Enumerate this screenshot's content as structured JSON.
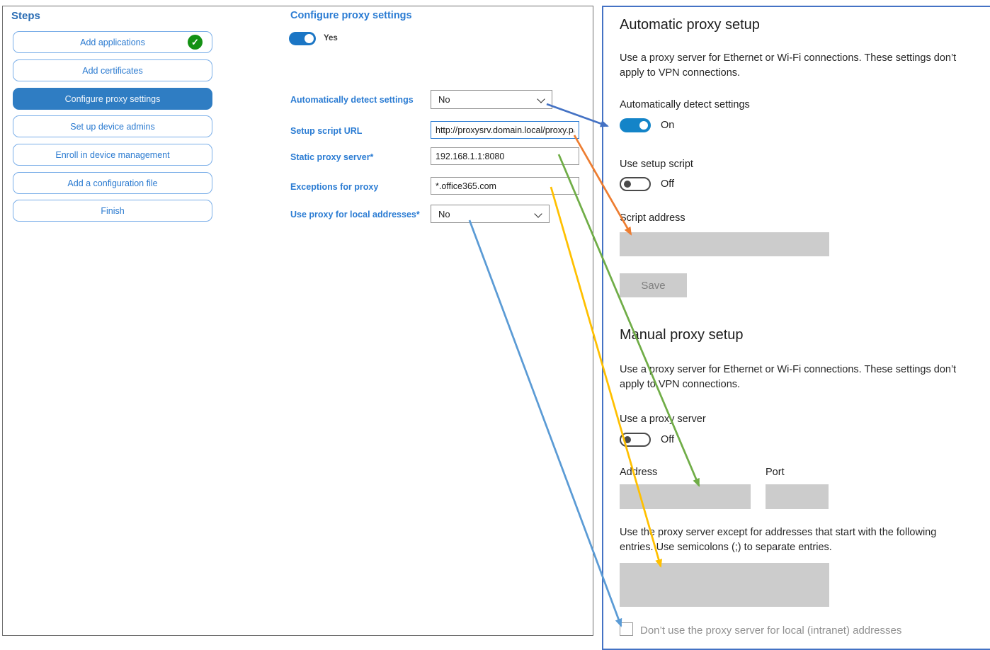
{
  "sidebar": {
    "title": "Steps",
    "items": [
      {
        "label": "Add applications",
        "completed": true,
        "selected": false
      },
      {
        "label": "Add certificates",
        "completed": false,
        "selected": false
      },
      {
        "label": "Configure proxy settings",
        "completed": false,
        "selected": true
      },
      {
        "label": "Set up device admins",
        "completed": false,
        "selected": false
      },
      {
        "label": "Enroll in device management",
        "completed": false,
        "selected": false
      },
      {
        "label": "Add a configuration file",
        "completed": false,
        "selected": false
      },
      {
        "label": "Finish",
        "completed": false,
        "selected": false
      }
    ],
    "check_icon": "✓"
  },
  "form": {
    "title": "Configure proxy settings",
    "enabled_toggle": {
      "state": "Yes"
    },
    "fields": [
      {
        "label": "Automatically detect settings",
        "type": "select",
        "value": "No"
      },
      {
        "label": "Setup script URL",
        "type": "text",
        "value": "http://proxysrv.domain.local/proxy.pa"
      },
      {
        "label": "Static proxy server*",
        "type": "text",
        "value": "192.168.1.1:8080"
      },
      {
        "label": "Exceptions for proxy",
        "type": "text",
        "value": "*.office365.com"
      },
      {
        "label": "Use proxy for local addresses*",
        "type": "select",
        "value": "No"
      }
    ]
  },
  "settings_panel": {
    "automatic": {
      "heading": "Automatic proxy setup",
      "description": "Use a proxy server for Ethernet or Wi-Fi connections. These settings don’t apply to VPN connections.",
      "detect_label": "Automatically detect settings",
      "detect_state": "On",
      "script_toggle_label": "Use setup script",
      "script_toggle_state": "Off",
      "script_address_label": "Script address",
      "save_label": "Save"
    },
    "manual": {
      "heading": "Manual proxy setup",
      "description": "Use a proxy server for Ethernet or Wi-Fi connections. These settings don’t apply to VPN connections.",
      "proxy_toggle_label": "Use a proxy server",
      "proxy_toggle_state": "Off",
      "address_label": "Address",
      "port_label": "Port",
      "exceptions_description": "Use the proxy server except for addresses that start with the following entries. Use semicolons (;) to separate entries.",
      "checkbox_label": "Don’t use the proxy server for local (intranet) addresses"
    }
  },
  "arrows": [
    {
      "name": "automatically-detect-settings",
      "color": "#4472c4"
    },
    {
      "name": "setup-script-url",
      "color": "#ed7d31"
    },
    {
      "name": "static-proxy-server",
      "color": "#70ad47"
    },
    {
      "name": "exceptions-for-proxy",
      "color": "#ffc000"
    },
    {
      "name": "use-proxy-for-local-addresses",
      "color": "#5b9bd5"
    }
  ],
  "colors": {
    "accent_blue": "#2b7cd3",
    "sidebar_selected_bg": "#2f7dc3",
    "sidebar_border": "#7aaee8",
    "check_green": "#149114",
    "toggle_on_blue": "#1484c8",
    "settings_panel_border": "#4472c4",
    "disabled_gray": "#cccccc"
  }
}
